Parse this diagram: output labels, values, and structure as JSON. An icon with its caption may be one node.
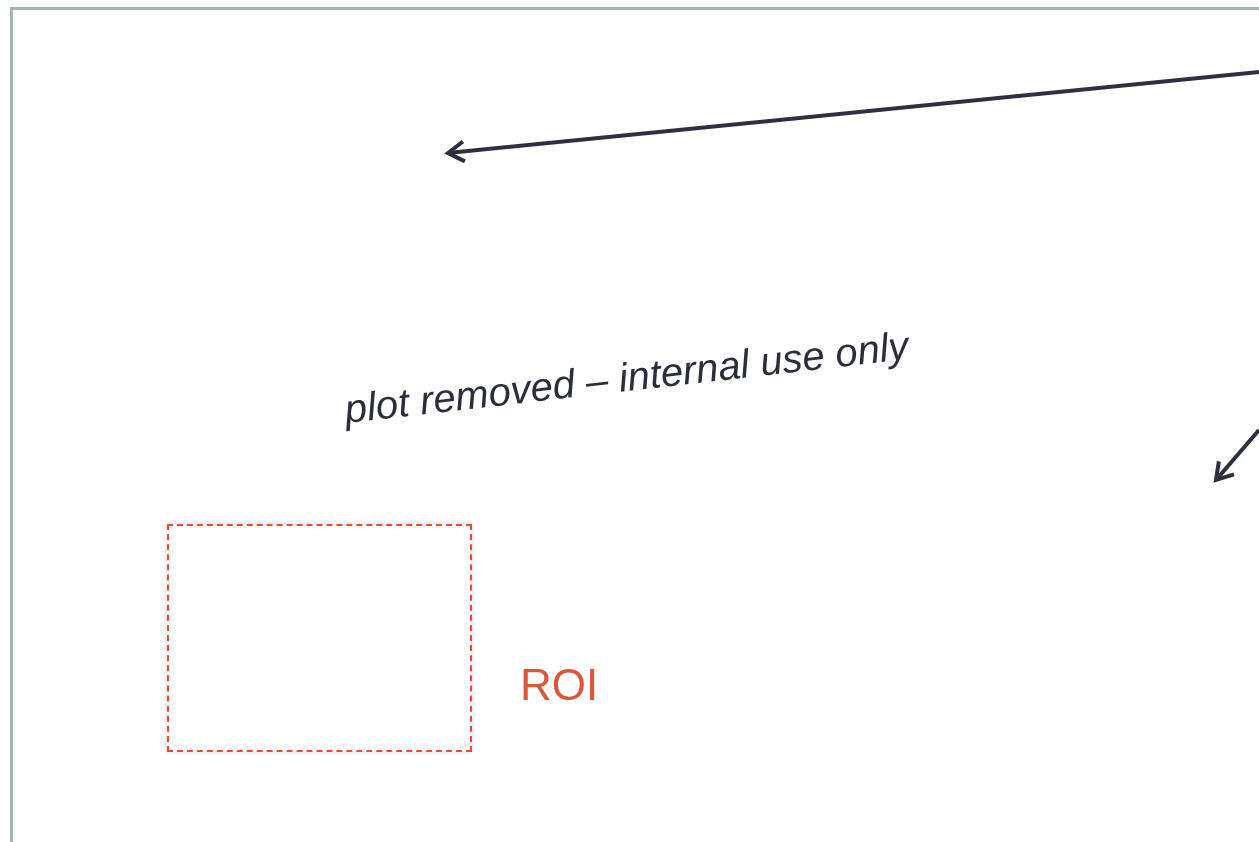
{
  "diagram": {
    "nodes": [
      {
        "text": [
          "plot removed – internal use only"
        ]
      },
      {
        "text": [],
        "shape": "box",
        "in": 0,
        "beside": [
          "ROI"
        ]
      }
    ]
  }
}
